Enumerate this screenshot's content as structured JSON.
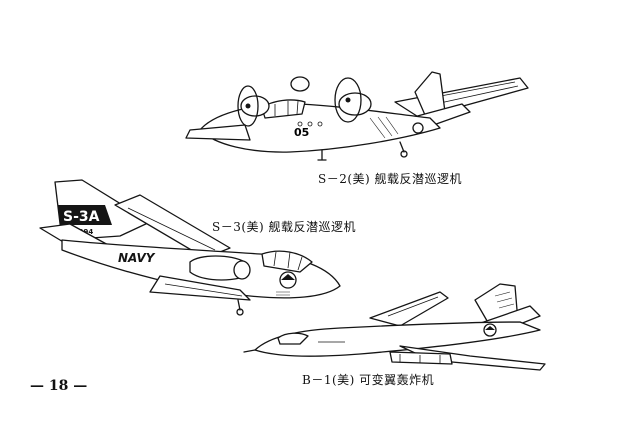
{
  "captions": {
    "s2": "S－2(美) 舰载反潜巡逻机",
    "s3": "S－3(美) 舰载反潜巡逻机",
    "b1": "B－1(美) 可变翼轰炸机"
  },
  "page_number": "— 18 —",
  "aircraft_markings": {
    "s2_nose": "05",
    "s3_tail": "S-3A",
    "s3_serial": "157994",
    "s3_fuselage": "NAVY"
  }
}
